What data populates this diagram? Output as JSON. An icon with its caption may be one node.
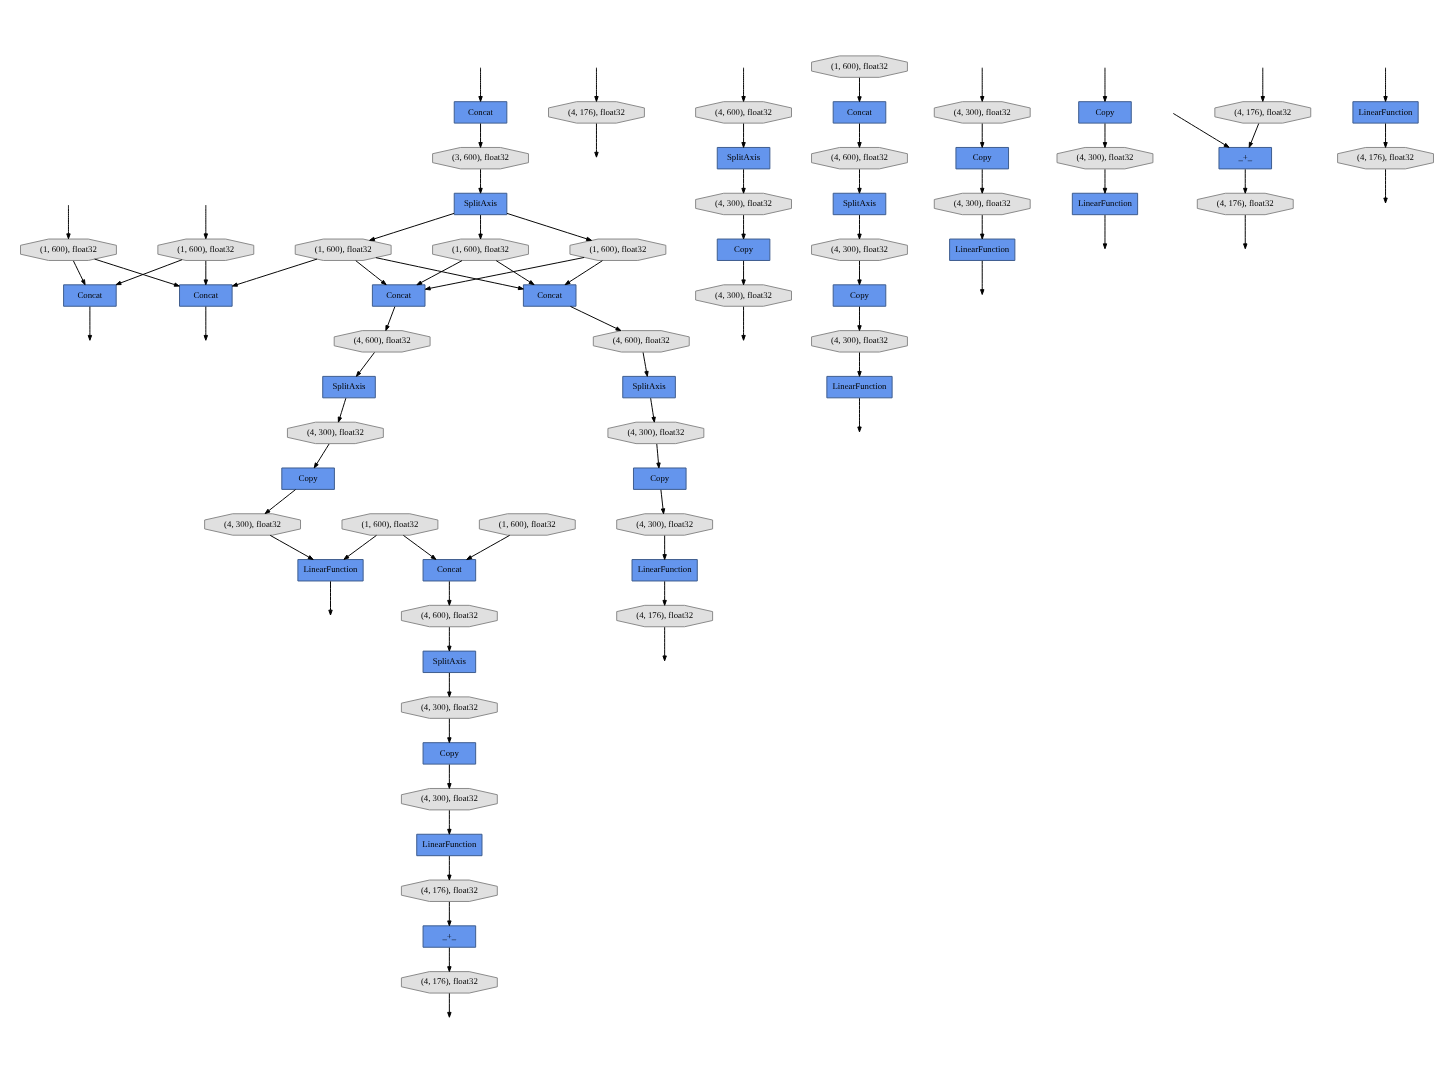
{
  "diagram": {
    "nodes": [
      {
        "text": [
          "Concat"
        ]
      },
      {
        "text": [
          "(3, 600), float32"
        ]
      },
      {
        "text": [
          "(4, 176), float32"
        ]
      },
      {
        "text": [
          "SplitAxis"
        ]
      },
      {
        "text": [
          "(1, 600), float32"
        ]
      },
      {
        "text": [
          "(1, 600), float32"
        ]
      },
      {
        "text": [
          "(1, 600), float32"
        ]
      },
      {
        "text": [
          "(1, 600), float32"
        ]
      },
      {
        "text": [
          "(1, 600), float32"
        ]
      },
      {
        "text": [
          "Concat"
        ]
      },
      {
        "text": [
          "Concat"
        ]
      },
      {
        "text": [
          "Concat"
        ]
      },
      {
        "text": [
          "Concat"
        ]
      },
      {
        "text": [
          "(4, 600), float32"
        ]
      },
      {
        "text": [
          "(1, 600), float32"
        ]
      },
      {
        "text": [
          "(1, 600), float32"
        ]
      },
      {
        "text": [
          "(1, 600), float32"
        ]
      },
      {
        "text": [
          "(4, 600), float32"
        ]
      },
      {
        "text": [
          "(4, 600), float32"
        ]
      },
      {
        "text": [
          "SplitAxis"
        ]
      },
      {
        "text": [
          "Concat"
        ]
      },
      {
        "text": [
          "Concat"
        ]
      },
      {
        "text": [
          "SplitAxis"
        ]
      },
      {
        "text": [
          "SplitAxis"
        ]
      },
      {
        "text": [
          "(4, 300), float32"
        ]
      },
      {
        "text": [
          "(4, 600), float32"
        ]
      },
      {
        "text": [
          "(4, 600), float32"
        ]
      },
      {
        "text": [
          "(4, 300), float32"
        ]
      },
      {
        "text": [
          "(4, 300), float32"
        ]
      },
      {
        "text": [
          "Copy"
        ]
      },
      {
        "text": [
          "SplitAxis"
        ]
      },
      {
        "text": [
          "SplitAxis"
        ]
      },
      {
        "text": [
          "Copy"
        ]
      },
      {
        "text": [
          "Copy"
        ]
      },
      {
        "text": [
          "(4, 300), float32"
        ]
      },
      {
        "text": [
          "(4, 300), float32"
        ]
      },
      {
        "text": [
          "(4, 300), float32"
        ]
      },
      {
        "text": [
          "(4, 300), float32"
        ]
      },
      {
        "text": [
          "(4, 300), float32"
        ]
      },
      {
        "text": [
          "(4, 300), float32"
        ]
      },
      {
        "text": [
          "Copy"
        ]
      },
      {
        "text": [
          "Copy"
        ]
      },
      {
        "text": [
          "LinearFunction"
        ]
      },
      {
        "text": [
          "LinearFunction"
        ]
      },
      {
        "text": [
          "Copy"
        ]
      },
      {
        "text": [
          "Copy"
        ]
      },
      {
        "text": [
          "(4, 300), float32"
        ]
      },
      {
        "text": [
          "(4, 300), float32"
        ]
      },
      {
        "text": [
          "(4, 300), float32"
        ]
      },
      {
        "text": [
          "(4, 300), float32"
        ]
      },
      {
        "text": [
          "LinearFunction"
        ]
      },
      {
        "text": [
          "LinearFunction"
        ]
      },
      {
        "text": [
          "LinearFunction"
        ]
      },
      {
        "text": [
          "LinearFunction"
        ]
      },
      {
        "text": [
          "(4, 176), float32"
        ]
      },
      {
        "text": [
          "(4, 176), float32"
        ]
      },
      {
        "text": [
          "_+_"
        ]
      },
      {
        "text": [
          "LinearFunction"
        ]
      },
      {
        "text": [
          "_+_"
        ]
      },
      {
        "text": [
          "(4, 176), float32"
        ]
      },
      {
        "text": [
          "(4, 176), float32"
        ]
      },
      {
        "text": [
          "(4, 176), float32"
        ]
      },
      {
        "text": [
          "(4, 176), float32"
        ]
      }
    ],
    "edges": [
      {
        "from": 0,
        "to": 1,
        "arrow": "to"
      },
      {
        "from": 1,
        "to": 3,
        "arrow": "to"
      },
      {
        "from": 3,
        "to": 6,
        "arrow": "to"
      },
      {
        "from": 3,
        "to": 7,
        "arrow": "to"
      },
      {
        "from": 3,
        "to": 8,
        "arrow": "to"
      },
      {
        "from": 6,
        "to": 10,
        "arrow": "to"
      },
      {
        "from": 6,
        "to": 11,
        "arrow": "to"
      },
      {
        "from": 6,
        "to": 12,
        "arrow": "to"
      },
      {
        "from": 7,
        "to": 12,
        "arrow": "to"
      },
      {
        "from": 7,
        "to": 11,
        "arrow": "to"
      },
      {
        "from": 8,
        "to": 12,
        "arrow": "to"
      },
      {
        "from": 8,
        "to": 11,
        "arrow": "to"
      },
      {
        "from": 4,
        "to": 9,
        "arrow": "to"
      },
      {
        "from": 4,
        "to": 10,
        "arrow": "to"
      },
      {
        "from": 5,
        "to": 9,
        "arrow": "to"
      },
      {
        "from": 5,
        "to": 10,
        "arrow": "to"
      },
      {
        "from": 11,
        "to": 17,
        "arrow": "to"
      },
      {
        "from": 12,
        "to": 18,
        "arrow": "to"
      },
      {
        "from": 13,
        "to": 19,
        "arrow": "to"
      },
      {
        "from": 14,
        "to": 20,
        "arrow": "to"
      },
      {
        "from": 15,
        "to": 21,
        "arrow": "to"
      },
      {
        "from": 16,
        "to": 20,
        "arrow": "to"
      },
      {
        "from": 17,
        "to": 22,
        "arrow": "to"
      },
      {
        "from": 18,
        "to": 23,
        "arrow": "to"
      },
      {
        "from": 19,
        "to": 24,
        "arrow": "to"
      },
      {
        "from": 20,
        "to": 25,
        "arrow": "to"
      },
      {
        "from": 21,
        "to": 26,
        "arrow": "to"
      },
      {
        "from": 22,
        "to": 28,
        "arrow": "to"
      },
      {
        "from": 23,
        "to": 27,
        "arrow": "to"
      },
      {
        "from": 24,
        "to": 29,
        "arrow": "to"
      },
      {
        "from": 25,
        "to": 30,
        "arrow": "to"
      },
      {
        "from": 26,
        "to": 31,
        "arrow": "to"
      },
      {
        "from": 27,
        "to": 32,
        "arrow": "to"
      },
      {
        "from": 28,
        "to": 33,
        "arrow": "to"
      },
      {
        "from": 29,
        "to": 34,
        "arrow": "to"
      },
      {
        "from": 30,
        "to": 35,
        "arrow": "to"
      },
      {
        "from": 31,
        "to": 36,
        "arrow": "to"
      },
      {
        "from": 32,
        "to": 37,
        "arrow": "to"
      },
      {
        "from": 33,
        "to": 38,
        "arrow": "to"
      },
      {
        "from": 35,
        "to": 40,
        "arrow": "to"
      },
      {
        "from": 36,
        "to": 41,
        "arrow": "to"
      },
      {
        "from": 37,
        "to": 42,
        "arrow": "to"
      },
      {
        "from": 38,
        "to": 43,
        "arrow": "to"
      },
      {
        "from": 16,
        "to": 43,
        "arrow": "to"
      },
      {
        "from": 39,
        "to": 44,
        "arrow": "to"
      },
      {
        "from": 40,
        "to": 47,
        "arrow": "to"
      },
      {
        "from": 41,
        "to": 46,
        "arrow": "to"
      },
      {
        "from": 44,
        "to": 48,
        "arrow": "to"
      },
      {
        "from": 45,
        "to": 49,
        "arrow": "to"
      },
      {
        "from": 46,
        "to": 50,
        "arrow": "to"
      },
      {
        "from": 47,
        "to": 51,
        "arrow": "to"
      },
      {
        "from": 48,
        "to": 52,
        "arrow": "to"
      },
      {
        "from": 49,
        "to": 53,
        "arrow": "to"
      },
      {
        "from": 51,
        "to": 55,
        "arrow": "to"
      },
      {
        "from": 55,
        "to": 58,
        "arrow": "to"
      },
      {
        "from": 54,
        "to": 56,
        "arrow": "to"
      },
      {
        "from": 56,
        "to": 60,
        "arrow": "to"
      },
      {
        "from": 57,
        "to": 61,
        "arrow": "to"
      },
      {
        "from": 58,
        "to": 62,
        "arrow": "to"
      },
      {
        "from": 42,
        "to": 59,
        "arrow": "to"
      },
      {
        "from": null,
        "to": 0,
        "arrow": "to"
      },
      {
        "from": null,
        "to": 2,
        "arrow": "to"
      },
      {
        "from": 2,
        "to": null,
        "arrow": "to"
      },
      {
        "from": null,
        "to": 4,
        "arrow": "to"
      },
      {
        "from": null,
        "to": 5,
        "arrow": "to"
      },
      {
        "from": null,
        "to": 13,
        "arrow": "to"
      },
      {
        "from": null,
        "to": 39,
        "arrow": "to"
      },
      {
        "from": null,
        "to": 45,
        "arrow": "to"
      },
      {
        "from": null,
        "to": 54,
        "arrow": "to"
      },
      {
        "from": null,
        "to": 57,
        "arrow": "to"
      },
      {
        "from": null,
        "to": 56,
        "arrow": "to"
      },
      {
        "from": 9,
        "to": null,
        "arrow": "to"
      },
      {
        "from": 10,
        "to": null,
        "arrow": "to"
      },
      {
        "from": 34,
        "to": null,
        "arrow": "to"
      },
      {
        "from": 43,
        "to": null,
        "arrow": "to"
      },
      {
        "from": 50,
        "to": null,
        "arrow": "to"
      },
      {
        "from": 52,
        "to": null,
        "arrow": "to"
      },
      {
        "from": 53,
        "to": null,
        "arrow": "to"
      },
      {
        "from": 59,
        "to": null,
        "arrow": "to"
      },
      {
        "from": 60,
        "to": null,
        "arrow": "to"
      },
      {
        "from": 61,
        "to": null,
        "arrow": "to"
      },
      {
        "from": 62,
        "to": null,
        "arrow": "to"
      }
    ]
  }
}
